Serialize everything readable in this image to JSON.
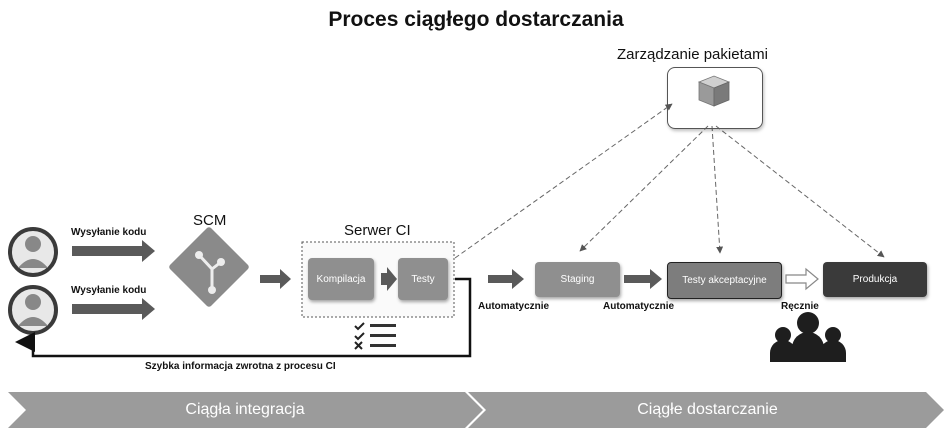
{
  "title": "Proces ciągłego dostarczania",
  "package_manager": {
    "label": "Zarządzanie pakietami",
    "icon": "package-box-icon"
  },
  "developers": [
    {
      "icon": "user-avatar-icon",
      "push_label": "Wysyłanie kodu"
    },
    {
      "icon": "user-avatar-icon",
      "push_label": "Wysyłanie kodu"
    }
  ],
  "scm": {
    "label": "SCM",
    "icon": "git-diamond-icon"
  },
  "ci_server": {
    "label": "Serwer CI",
    "build_label": "Kompilacja",
    "test_label": "Testy",
    "results_icon": "checklist-icon"
  },
  "pipeline": {
    "staging_label": "Staging",
    "acceptance_label": "Testy akceptacyjne",
    "production_label": "Produkcja",
    "auto_label_1": "Automatycznie",
    "auto_label_2": "Automatycznie",
    "manual_label": "Ręcznie",
    "team_icon": "team-people-icon"
  },
  "feedback_label": "Szybka informacja zwrotna z procesu CI",
  "stages": {
    "integration": "Ciągła integracja",
    "delivery": "Ciągłe dostarczanie"
  },
  "colors": {
    "arrow": "#5a5a5a",
    "box_mid": "#8f8f8f",
    "box_dark": "#3a3a3a",
    "stage_bar": "#9b9b9b"
  }
}
